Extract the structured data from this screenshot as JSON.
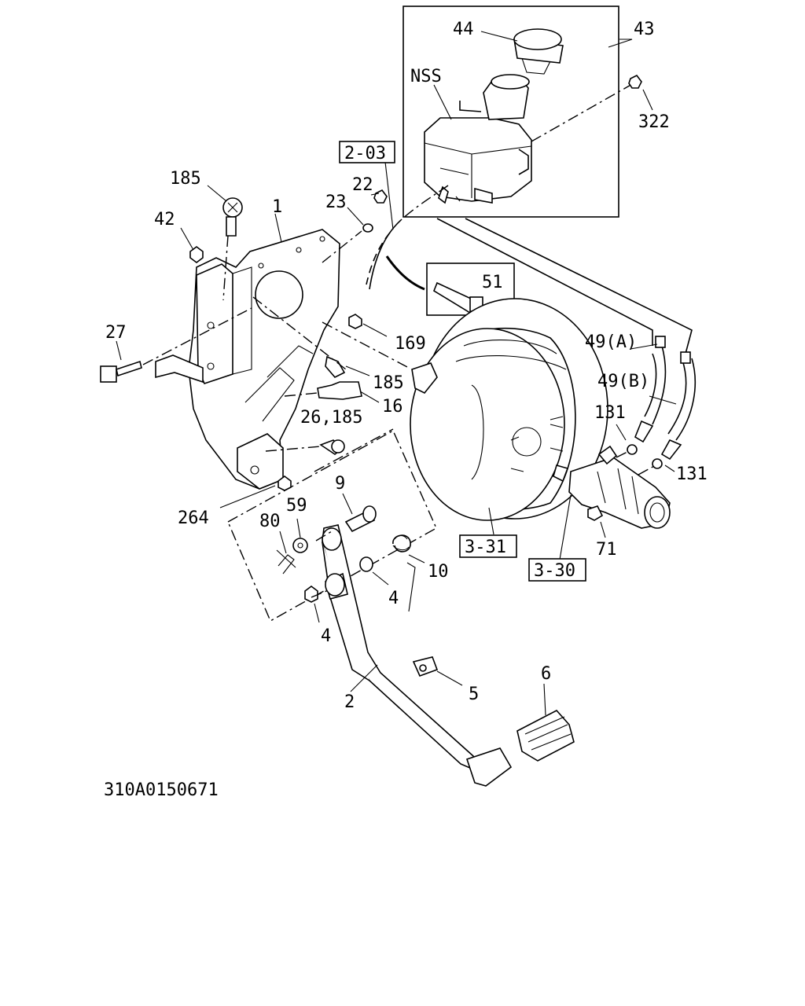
{
  "drawing_id": "310A0150671",
  "callouts": {
    "c44": "44",
    "c43": "43",
    "cNSS": "NSS",
    "c322": "322",
    "c2_03": "2-03",
    "c185a": "185",
    "c22": "22",
    "c23": "23",
    "c42": "42",
    "c1": "1",
    "c51": "51",
    "c27": "27",
    "c169": "169",
    "c49A": "49(A)",
    "c49B": "49(B)",
    "c185b": "185",
    "c16": "16",
    "c26_185": "26,185",
    "c131a": "131",
    "c131b": "131",
    "c264": "264",
    "c9": "9",
    "c59": "59",
    "c80": "80",
    "c10": "10",
    "c4a": "4",
    "c4b": "4",
    "c3_31": "3-31",
    "c71": "71",
    "c3_30": "3-30",
    "c6": "6",
    "c5": "5",
    "c2": "2"
  }
}
